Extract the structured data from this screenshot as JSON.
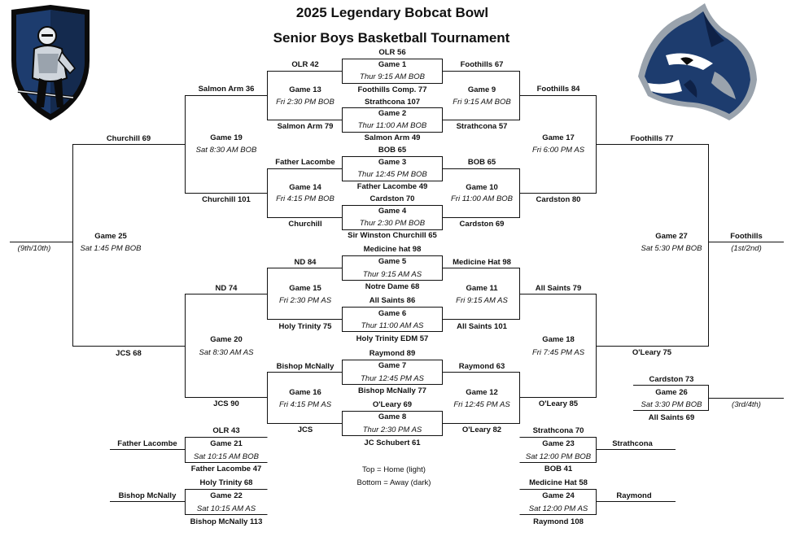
{
  "title": "2025 Legendary Bobcat Bowl",
  "subtitle": "Senior Boys Basketball Tournament",
  "legend": {
    "top": "Top = Home (light)",
    "bottom": "Bottom = Away (dark)"
  },
  "places": {
    "ninth_tenth": "(9th/10th)",
    "first_second": "(1st/2nd)",
    "third_fourth": "(3rd/4th)"
  },
  "champion": "Foothills",
  "colors": {
    "navy": "#1d3c6e",
    "steel": "#9aa3ad",
    "line": "#111111"
  },
  "logos": {
    "left": "knight-logo",
    "right": "bobcat-logo"
  },
  "games": {
    "g1": {
      "name": "Game 1",
      "time": "Thur 9:15 AM BOB",
      "top": "OLR 56",
      "bottom": "Foothills Comp. 77"
    },
    "g2": {
      "name": "Game 2",
      "time": "Thur 11:00 AM BOB",
      "top": "Strathcona 107",
      "bottom": "Salmon Arm 49"
    },
    "g3": {
      "name": "Game 3",
      "time": "Thur 12:45 PM BOB",
      "top": "BOB 65",
      "bottom": "Father Lacombe 49"
    },
    "g4": {
      "name": "Game 4",
      "time": "Thur 2:30 PM BOB",
      "top": "Cardston 70",
      "bottom": "Sir Winston Churchill 65"
    },
    "g5": {
      "name": "Game 5",
      "time": "Thur 9:15 AM AS",
      "top": "Medicine hat 98",
      "bottom": "Notre Dame 68"
    },
    "g6": {
      "name": "Game 6",
      "time": "Thur 11:00 AM AS",
      "top": "All Saints 86",
      "bottom": "Holy Trinity EDM 57"
    },
    "g7": {
      "name": "Game 7",
      "time": "Thur 12:45 PM AS",
      "top": "Raymond 89",
      "bottom": "Bishop McNally 77"
    },
    "g8": {
      "name": "Game 8",
      "time": "Thur 2:30 PM AS",
      "top": "O'Leary 69",
      "bottom": "JC Schubert 61"
    },
    "g9": {
      "name": "Game 9",
      "time": "Fri 9:15 AM BOB",
      "top": "Foothills 67",
      "bottom": "Strathcona 57"
    },
    "g10": {
      "name": "Game 10",
      "time": "Fri 11:00 AM BOB",
      "top": "BOB 65",
      "bottom": "Cardston 69"
    },
    "g11": {
      "name": "Game 11",
      "time": "Fri 9:15 AM AS",
      "top": "Medicine Hat 98",
      "bottom": "All Saints 101"
    },
    "g12": {
      "name": "Game 12",
      "time": "Fri 12:45 PM AS",
      "top": "Raymond 63",
      "bottom": "O'Leary 82"
    },
    "g13": {
      "name": "Game 13",
      "time": "Fri 2:30 PM BOB",
      "top": "OLR 42",
      "bottom": "Salmon Arm 79"
    },
    "g14": {
      "name": "Game 14",
      "time": "Fri 4:15 PM BOB",
      "top": "Father Lacombe",
      "bottom": "Churchill"
    },
    "g15": {
      "name": "Game 15",
      "time": "Fri 2:30 PM AS",
      "top": "ND 84",
      "bottom": "Holy Trinity 75"
    },
    "g16": {
      "name": "Game 16",
      "time": "Fri 4:15 PM AS",
      "top": "Bishop McNally",
      "bottom": "JCS"
    },
    "g17": {
      "name": "Game 17",
      "time": "Fri 6:00 PM AS",
      "top": "Foothills 84",
      "bottom": "Cardston 80"
    },
    "g18": {
      "name": "Game 18",
      "time": "Fri 7:45 PM AS",
      "top": "All Saints 79",
      "bottom": "O'Leary 85"
    },
    "g19": {
      "name": "Game 19",
      "time": "Sat 8:30 AM BOB",
      "top": "Salmon Arm 36",
      "bottom": "Churchill 101"
    },
    "g20": {
      "name": "Game 20",
      "time": "Sat 8:30 AM AS",
      "top": "ND 74",
      "bottom": "JCS 90"
    },
    "g21": {
      "name": "Game 21",
      "time": "Sat 10:15 AM BOB",
      "top": "OLR 43",
      "bottom": "Father Lacombe 47",
      "winner": "Father Lacombe"
    },
    "g22": {
      "name": "Game 22",
      "time": "Sat 10:15 AM AS",
      "top": "Holy Trinity 68",
      "bottom": "Bishop McNally 113",
      "winner": "Bishop McNally"
    },
    "g23": {
      "name": "Game 23",
      "time": "Sat 12:00 PM BOB",
      "top": "Strathcona 70",
      "bottom": "BOB 41",
      "winner": "Strathcona"
    },
    "g24": {
      "name": "Game 24",
      "time": "Sat 12:00 PM AS",
      "top": "Medicine Hat 58",
      "bottom": "Raymond 108",
      "winner": "Raymond"
    },
    "g25": {
      "name": "Game 25",
      "time": "Sat 1:45 PM BOB",
      "top": "Churchill 69",
      "bottom": "JCS 68"
    },
    "g26": {
      "name": "Game 26",
      "time": "Sat 3:30 PM BOB",
      "top": "Cardston 73",
      "bottom": "All Saints 69"
    },
    "g27": {
      "name": "Game 27",
      "time": "Sat 5:30 PM BOB",
      "top": "Foothills 77",
      "bottom": "O'Leary 75"
    }
  }
}
